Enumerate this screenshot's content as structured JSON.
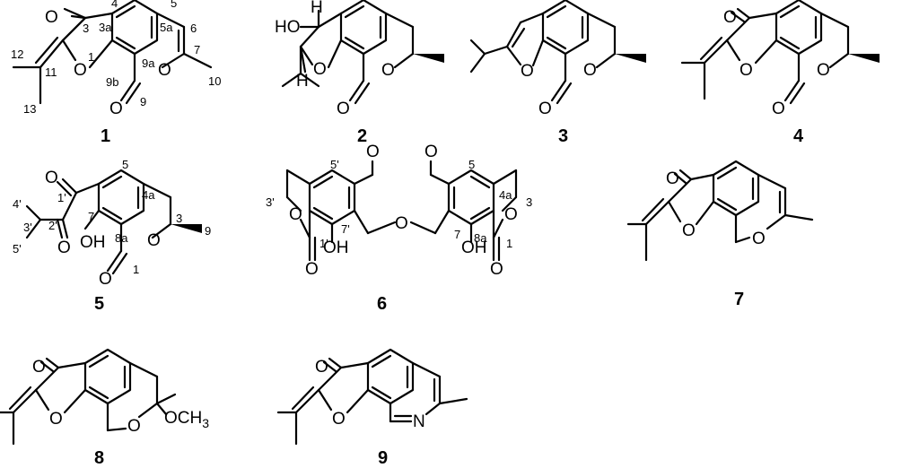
{
  "atoms": {
    "O": "O",
    "OH": "OH",
    "HO": "HO",
    "H": "H",
    "N": "N",
    "OCH3_main": "OCH",
    "OCH3_sub": "3"
  },
  "compounds": [
    {
      "id": "1",
      "label": "1",
      "locants": [
        "4",
        "5",
        "3a",
        "5a",
        "6",
        "3",
        "7",
        "12",
        "9a",
        "11",
        "1",
        "10",
        "9b",
        "9",
        "13"
      ]
    },
    {
      "id": "2",
      "label": "2"
    },
    {
      "id": "3",
      "label": "3"
    },
    {
      "id": "4",
      "label": "4"
    },
    {
      "id": "5",
      "label": "5",
      "locants": [
        "5",
        "4a",
        "1'",
        "7",
        "4'",
        "2'",
        "3",
        "9",
        "3'",
        "8a",
        "5'",
        "1"
      ]
    },
    {
      "id": "6",
      "label": "6",
      "locants": [
        "5'",
        "5",
        "4a",
        "3'",
        "3",
        "1'",
        "7'",
        "7",
        "8a",
        "1"
      ]
    },
    {
      "id": "7",
      "label": "7"
    },
    {
      "id": "8",
      "label": "8"
    },
    {
      "id": "9",
      "label": "9"
    }
  ]
}
